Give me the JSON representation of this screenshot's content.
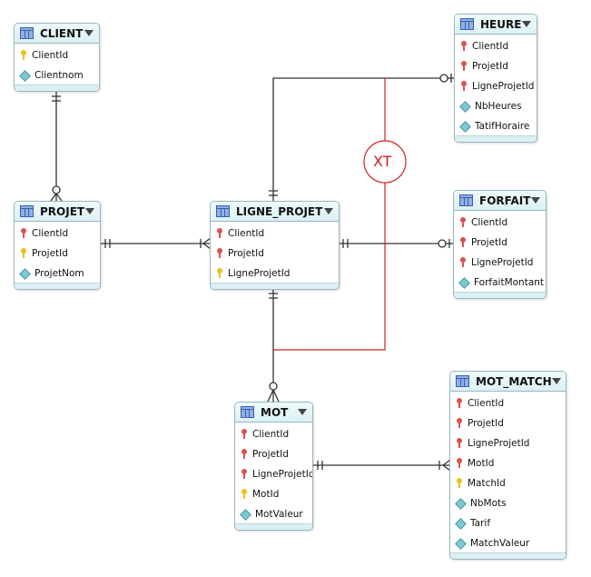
{
  "entities": {
    "client": {
      "name": "CLIENT",
      "columns": [
        {
          "label": "ClientId",
          "icon": "pk"
        },
        {
          "label": "Clientnom",
          "icon": "attr"
        }
      ]
    },
    "projet": {
      "name": "PROJET",
      "columns": [
        {
          "label": "ClientId",
          "icon": "fk"
        },
        {
          "label": "ProjetId",
          "icon": "pk"
        },
        {
          "label": "ProjetNom",
          "icon": "attr"
        }
      ]
    },
    "ligne_projet": {
      "name": "LIGNE_PROJET",
      "columns": [
        {
          "label": "ClientId",
          "icon": "fk"
        },
        {
          "label": "ProjetId",
          "icon": "fk"
        },
        {
          "label": "LigneProjetId",
          "icon": "pk"
        }
      ]
    },
    "heure": {
      "name": "HEURE",
      "columns": [
        {
          "label": "ClientId",
          "icon": "fk"
        },
        {
          "label": "ProjetId",
          "icon": "fk"
        },
        {
          "label": "LigneProjetId",
          "icon": "fk"
        },
        {
          "label": "NbHeures",
          "icon": "attr"
        },
        {
          "label": "TatifHoraire",
          "icon": "attr"
        }
      ]
    },
    "forfait": {
      "name": "FORFAIT",
      "columns": [
        {
          "label": "ClientId",
          "icon": "fk"
        },
        {
          "label": "ProjetId",
          "icon": "fk"
        },
        {
          "label": "LigneProjetId",
          "icon": "fk"
        },
        {
          "label": "ForfaitMontant",
          "icon": "attr"
        }
      ]
    },
    "mot": {
      "name": "MOT",
      "columns": [
        {
          "label": "ClientId",
          "icon": "fk"
        },
        {
          "label": "ProjetId",
          "icon": "fk"
        },
        {
          "label": "LigneProjetId",
          "icon": "fk"
        },
        {
          "label": "MotId",
          "icon": "pk"
        },
        {
          "label": "MotValeur",
          "icon": "attr"
        }
      ]
    },
    "mot_match": {
      "name": "MOT_MATCH",
      "columns": [
        {
          "label": "ClientId",
          "icon": "fk"
        },
        {
          "label": "ProjetId",
          "icon": "fk"
        },
        {
          "label": "LigneProjetId",
          "icon": "fk"
        },
        {
          "label": "MotId",
          "icon": "fk"
        },
        {
          "label": "MatchId",
          "icon": "pk"
        },
        {
          "label": "NbMots",
          "icon": "attr"
        },
        {
          "label": "Tarif",
          "icon": "attr"
        },
        {
          "label": "MatchValeur",
          "icon": "attr"
        }
      ]
    }
  },
  "exclusion": {
    "label": "XT",
    "color": "#d02020"
  },
  "colors": {
    "line": "#333333",
    "header": "#dcf0f4",
    "border": "#9ab6c2",
    "fk_key": "#d9534f",
    "pk_key": "#e8c020"
  },
  "icons": {
    "table": "table-icon",
    "dropdown": "chevron-down-icon",
    "foreign_key": "key-icon",
    "primary_key": "key-icon",
    "attribute": "diamond-icon"
  }
}
